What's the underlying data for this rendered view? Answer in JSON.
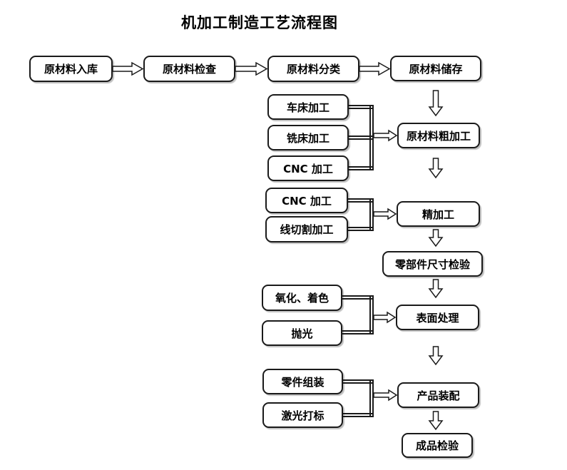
{
  "title": "机加工制造工艺流程图",
  "top_row": {
    "raw_in": "原材料入库",
    "raw_check": "原材料检查",
    "raw_sort": "原材料分类",
    "raw_store": "原材料储存"
  },
  "main_flow": {
    "rough": "原材料粗加工",
    "fine": "精加工",
    "dim_inspect": "零部件尺寸检验",
    "surface": "表面处理",
    "assemble": "产品装配",
    "final_inspect": "成品检验"
  },
  "process_inputs": {
    "lathe": "车床加工",
    "mill": "铣床加工",
    "cnc_rough": "CNC 加工",
    "cnc_fine": "CNC 加工",
    "wire_cut": "线切割加工",
    "oxidize_color": "氧化、着色",
    "polish": "抛光",
    "part_assembly": "零件组装",
    "laser_mark": "激光打标"
  },
  "colors": {
    "line": "#1a1a1a",
    "box_background": "#ffffff",
    "text": "#000000",
    "page_background": "#ffffff"
  }
}
